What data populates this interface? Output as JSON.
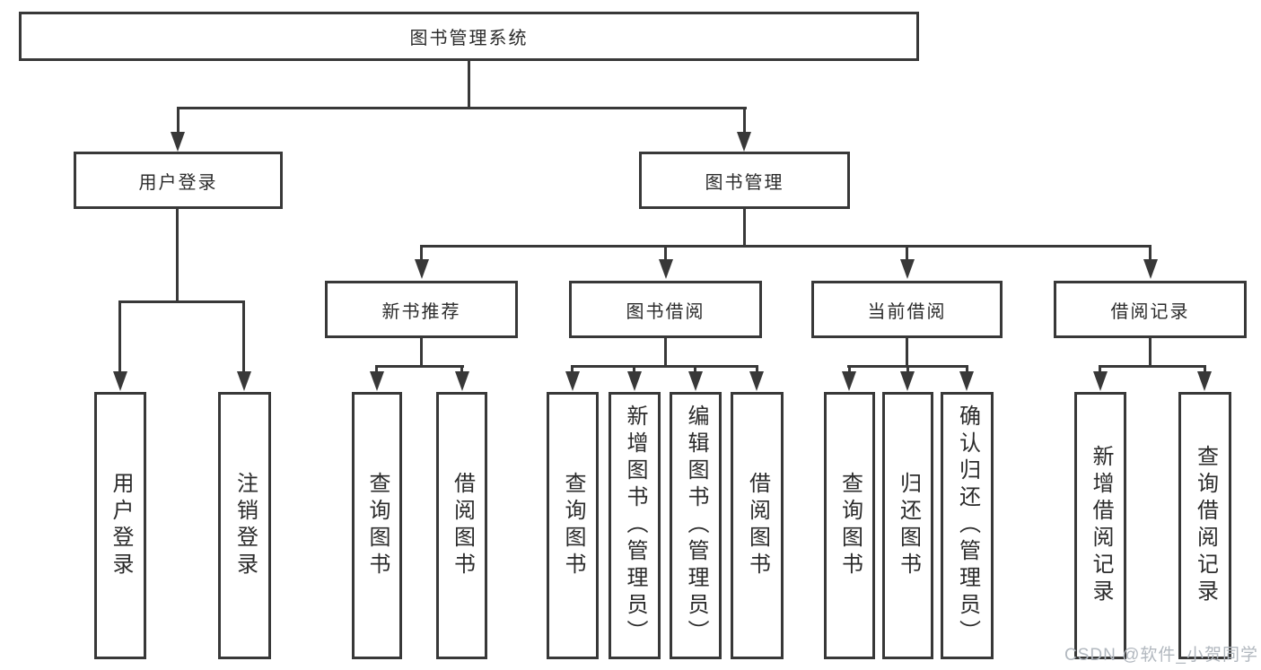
{
  "root": {
    "label": "图书管理系统"
  },
  "branches": [
    {
      "label": "用户登录",
      "children": [
        {
          "label": "用户登录"
        },
        {
          "label": "注销登录"
        }
      ]
    },
    {
      "label": "图书管理",
      "children": [
        {
          "label": "新书推荐",
          "children": [
            {
              "label": "查询图书"
            },
            {
              "label": "借阅图书"
            }
          ]
        },
        {
          "label": "图书借阅",
          "children": [
            {
              "label": "查询图书"
            },
            {
              "label": "新增图书（管理员）"
            },
            {
              "label": "编辑图书（管理员）"
            },
            {
              "label": "借阅图书"
            }
          ]
        },
        {
          "label": "当前借阅",
          "children": [
            {
              "label": "查询图书"
            },
            {
              "label": "归还图书"
            },
            {
              "label": "确认归还（管理员）"
            }
          ]
        },
        {
          "label": "借阅记录",
          "children": [
            {
              "label": "新增借阅记录"
            },
            {
              "label": "查询借阅记录"
            }
          ]
        }
      ]
    }
  ],
  "watermark": "CSDN @软件_小贺同学",
  "colors": {
    "line": "#383838",
    "text": "#2b2b2b",
    "watermark": "#b2b8bf",
    "background": "#ffffff"
  }
}
